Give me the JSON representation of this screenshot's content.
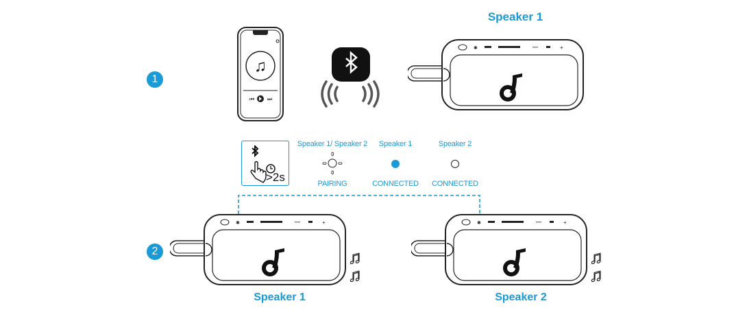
{
  "steps": [
    {
      "number": "1"
    },
    {
      "number": "2"
    }
  ],
  "top": {
    "speaker_title": "Speaker 1"
  },
  "indicator": {
    "hold_time": ">2s",
    "states": [
      {
        "speaker": "Speaker 1/ Speaker 2",
        "status": "PAIRING",
        "led": "blinking"
      },
      {
        "speaker": "Speaker 1",
        "status": "CONNECTED",
        "led": "solid-blue"
      },
      {
        "speaker": "Speaker 2",
        "status": "CONNECTED",
        "led": "white"
      }
    ]
  },
  "bottom": {
    "speaker_left": "Speaker 1",
    "speaker_right": "Speaker 2"
  },
  "colors": {
    "accent": "#1a9bd7",
    "line": "#222222"
  }
}
